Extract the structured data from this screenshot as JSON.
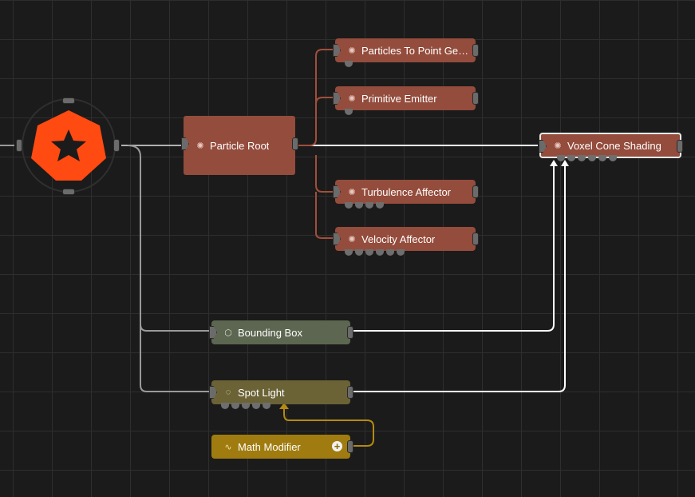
{
  "nodes": {
    "particles_to_point": "Particles To Point Ge…",
    "primitive_emitter": "Primitive Emitter",
    "particle_root": "Particle Root",
    "voxel_cone_shading": "Voxel Cone Shading",
    "turbulence_affector": "Turbulence Affector",
    "velocity_affector": "Velocity Affector",
    "bounding_box": "Bounding Box",
    "spot_light": "Spot Light",
    "math_modifier": "Math Modifier"
  },
  "icons": {
    "particle": "particle-system-icon",
    "cube": "cube-icon",
    "bulb": "light-bulb-icon",
    "wave": "wave-icon",
    "plus": "plus-circle-icon",
    "logo": "notch-logo-icon"
  },
  "colors": {
    "background": "#1b1b1b",
    "grid": "#2e2e2e",
    "particle_node": "#944c3c",
    "bounding_box_node": "#5c6650",
    "spot_light_node": "#6b6336",
    "modifier_node": "#a07c10",
    "logo": "#ff4a12",
    "wire_main": "#ffffff",
    "wire_secondary": "#9a9a9a",
    "wire_particle": "#a24e3a",
    "wire_modifier": "#b58a10"
  }
}
